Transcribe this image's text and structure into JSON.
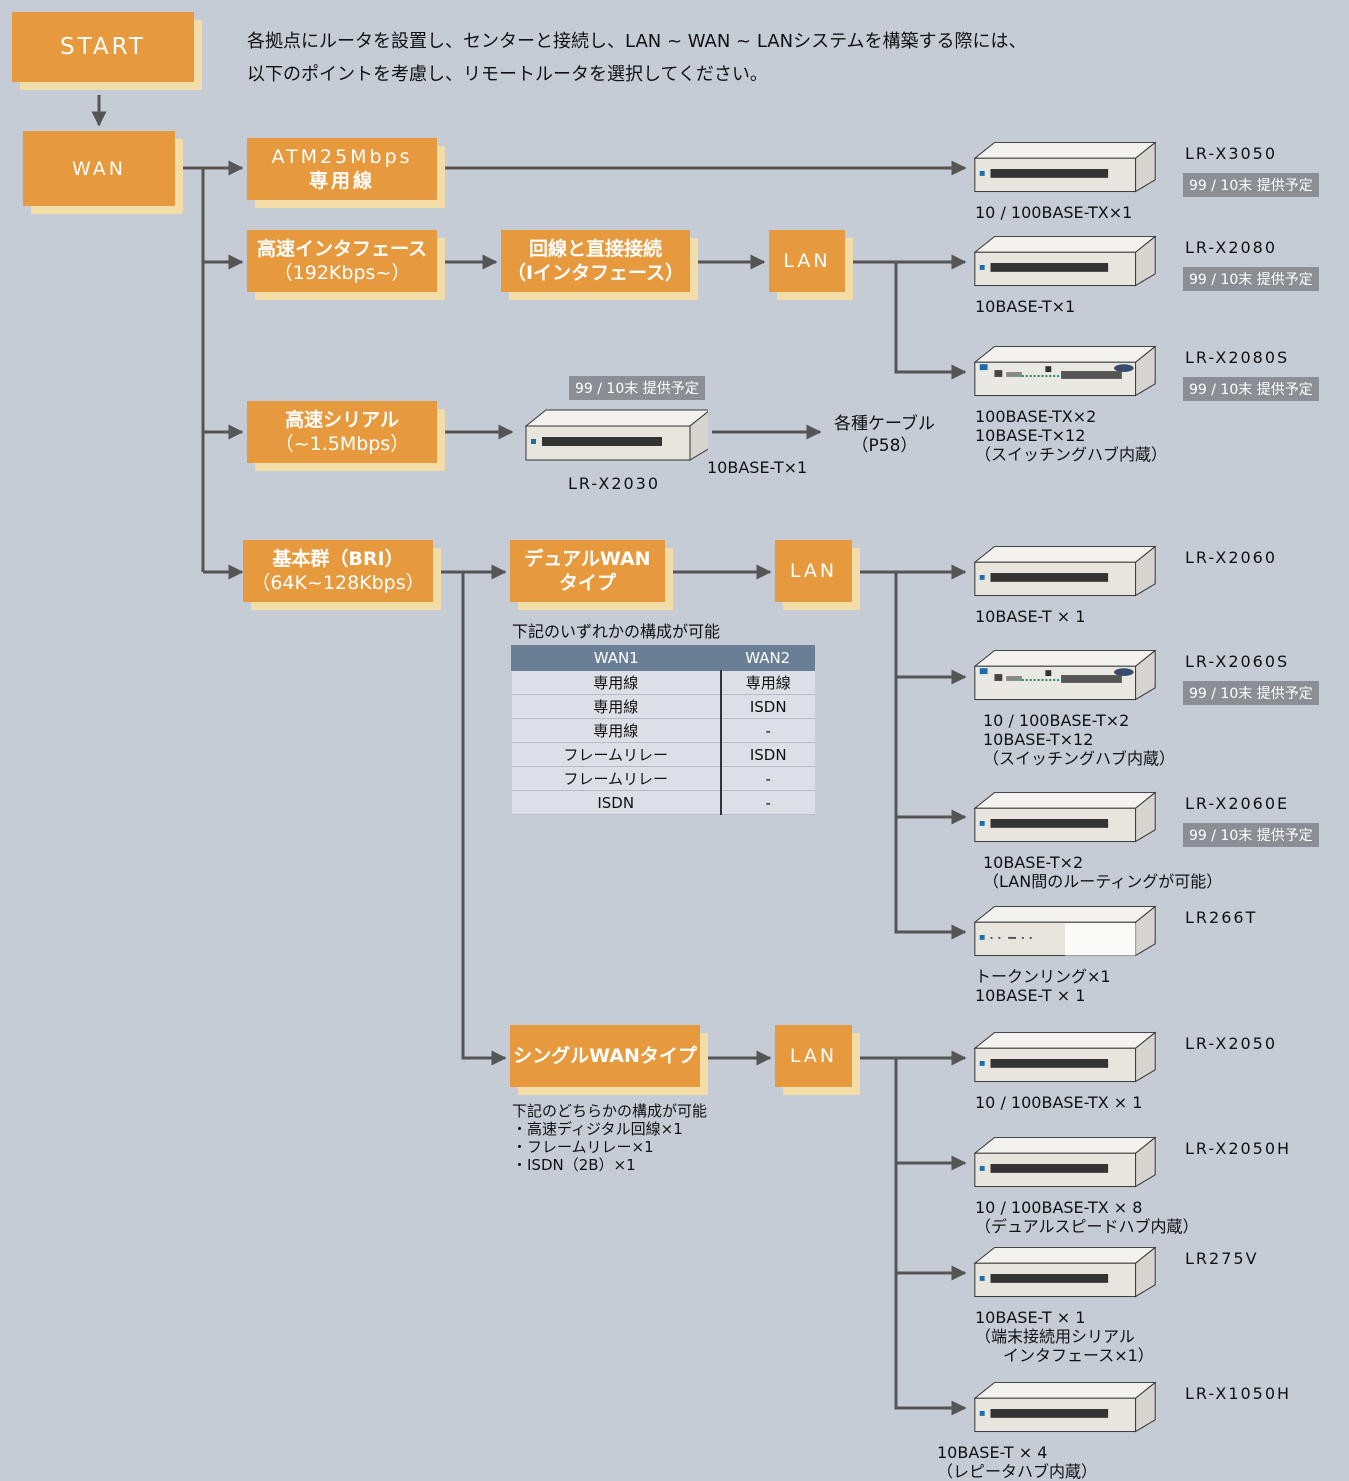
{
  "intro": [
    "各拠点にルータを設置し、センターと接続し、LAN ~ WAN ~ LANシステムを構築する際には、",
    "以下のポイントを考慮し、リモートルータを選択してください。"
  ],
  "boxes": {
    "start": "START",
    "wan": "WAN",
    "atm": [
      "ATM25Mbps",
      "専用線"
    ],
    "highspeed_if": [
      "高速インタフェース",
      "（192Kbps~）"
    ],
    "direct": [
      "回線と直接接続",
      "（Iインタフェース）"
    ],
    "lan": "LAN",
    "serial": [
      "高速シリアル",
      "（~1.5Mbps）"
    ],
    "bri": [
      "基本群（BRI）",
      "（64K~128Kbps）"
    ],
    "dual": [
      "デュアルWAN",
      "タイプ"
    ],
    "single": "シングルWANタイプ"
  },
  "badge": "99 / 10末  提供予定",
  "x2030": {
    "name": "LR-X2030",
    "port": "10BASE-T×1",
    "cable": [
      "各種ケーブル",
      "（P58）"
    ]
  },
  "products": [
    {
      "name": "LR-X3050",
      "badge": true,
      "desc": [
        "10 / 100BASE-TX×1"
      ]
    },
    {
      "name": "LR-X2080",
      "badge": true,
      "desc": [
        "10BASE-T×1"
      ]
    },
    {
      "name": "LR-X2080S",
      "badge": true,
      "desc": [
        "100BASE-TX×2",
        "10BASE-T×12",
        "（スイッチングハブ内蔵）"
      ]
    },
    {
      "name": "LR-X2060",
      "badge": false,
      "desc": [
        "10BASE-T × 1"
      ]
    },
    {
      "name": "LR-X2060S",
      "badge": true,
      "desc": [
        "10 / 100BASE-T×2",
        "10BASE-T×12",
        "（スイッチングハブ内蔵）"
      ]
    },
    {
      "name": "LR-X2060E",
      "badge": true,
      "desc": [
        "10BASE-T×2",
        "（LAN間のルーティングが可能）"
      ]
    },
    {
      "name": "LR266T",
      "badge": false,
      "desc": [
        "トークンリング×1",
        "10BASE-T × 1"
      ]
    },
    {
      "name": "LR-X2050",
      "badge": false,
      "desc": [
        "10 / 100BASE-TX × 1"
      ]
    },
    {
      "name": "LR-X2050H",
      "badge": false,
      "desc": [
        "10 / 100BASE-TX × 8",
        "（デュアルスピードハブ内蔵）"
      ]
    },
    {
      "name": "LR275V",
      "badge": false,
      "desc": [
        "10BASE-T × 1",
        "（端末接続用シリアル",
        "インタフェース×1）"
      ]
    },
    {
      "name": "LR-X1050H",
      "badge": false,
      "desc": [
        "10BASE-T × 4",
        "（レピータハブ内蔵）"
      ]
    }
  ],
  "dual_table": {
    "caption": "下記のいずれかの構成が可能",
    "headers": [
      "WAN1",
      "WAN2"
    ],
    "rows": [
      [
        "専用線",
        "専用線"
      ],
      [
        "専用線",
        "ISDN"
      ],
      [
        "専用線",
        "-"
      ],
      [
        "フレームリレー",
        "ISDN"
      ],
      [
        "フレームリレー",
        "-"
      ],
      [
        "ISDN",
        "-"
      ]
    ]
  },
  "single_note": [
    "下記のどちらかの構成が可能",
    "・高速ディジタル回線×1",
    "・フレームリレー×1",
    "・ISDN（2B）×1"
  ]
}
